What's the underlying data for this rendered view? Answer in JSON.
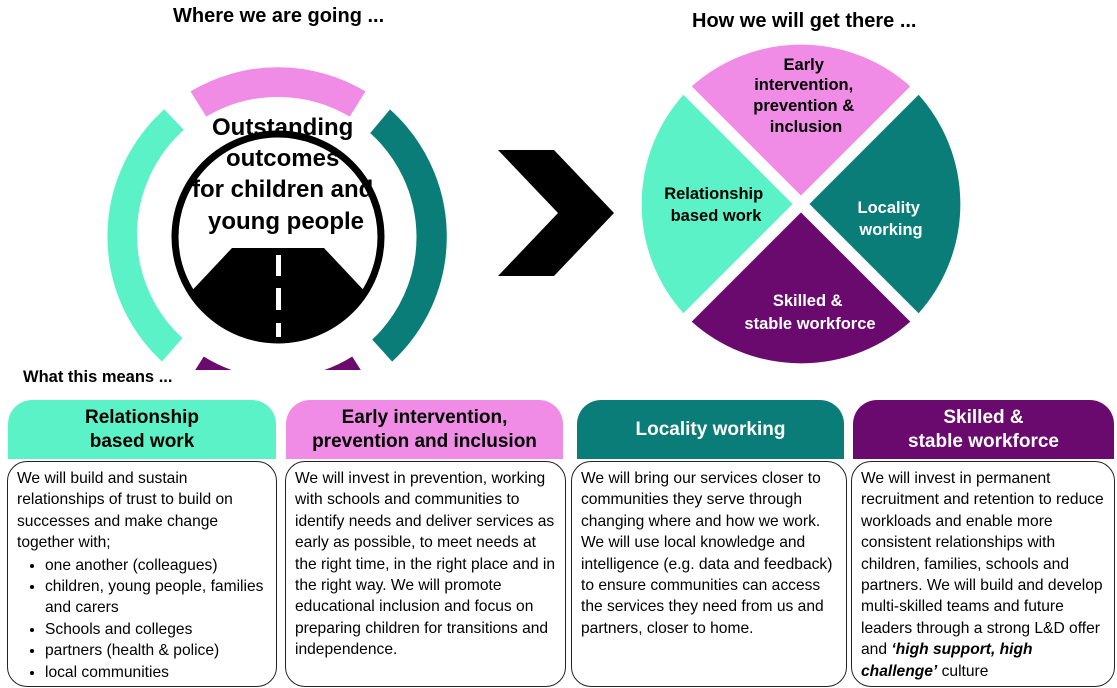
{
  "left_title": "Where we are going ...",
  "right_title": "How we will get there ...",
  "outcome_lines": [
    "Outstanding",
    "outcomes",
    "for children and",
    "young people"
  ],
  "quadrants": {
    "top": [
      "Early",
      "intervention,",
      "prevention &",
      "inclusion"
    ],
    "left": [
      "Relationship",
      "based work"
    ],
    "right": [
      "Locality",
      "working"
    ],
    "bottom": [
      "Skilled &",
      "stable workforce"
    ]
  },
  "section_title": "What this means ...",
  "columns": [
    {
      "heading": "Relationship\nbased work",
      "body": "We will build and sustain relationships of trust to build on successes and make change together with;",
      "bullets": [
        "one another (colleagues)",
        "children, young people, families and carers",
        "Schools and colleges",
        "partners (health & police)",
        "local communities"
      ]
    },
    {
      "heading": "Early intervention,\nprevention and inclusion",
      "body": "We will invest in prevention, working with schools and communities to identify needs and deliver services as early as possible, to meet needs at the right time, in the right place and in the right way. We will promote educational inclusion and focus on preparing children for transitions and independence."
    },
    {
      "heading": "Locality working",
      "body": "We will bring our services closer to communities they serve through changing where and how we work. We will use local knowledge and intelligence (e.g. data and feedback) to ensure communities can access the services they need from us and partners, closer to home."
    },
    {
      "heading": "Skilled &\nstable workforce",
      "body": "We will invest in permanent recruitment and retention to reduce workloads and enable more consistent relationships with children, families, schools and partners. We will build and develop multi-skilled teams and future leaders through a strong L&D offer and",
      "body_emphasis": "‘high support, high challenge’",
      "body_end": " culture"
    }
  ],
  "colors": {
    "mint": "#5cf2c8",
    "pink": "#f08ce6",
    "teal": "#0b7d78",
    "purple": "#6b0a6e",
    "road": "#000000"
  }
}
